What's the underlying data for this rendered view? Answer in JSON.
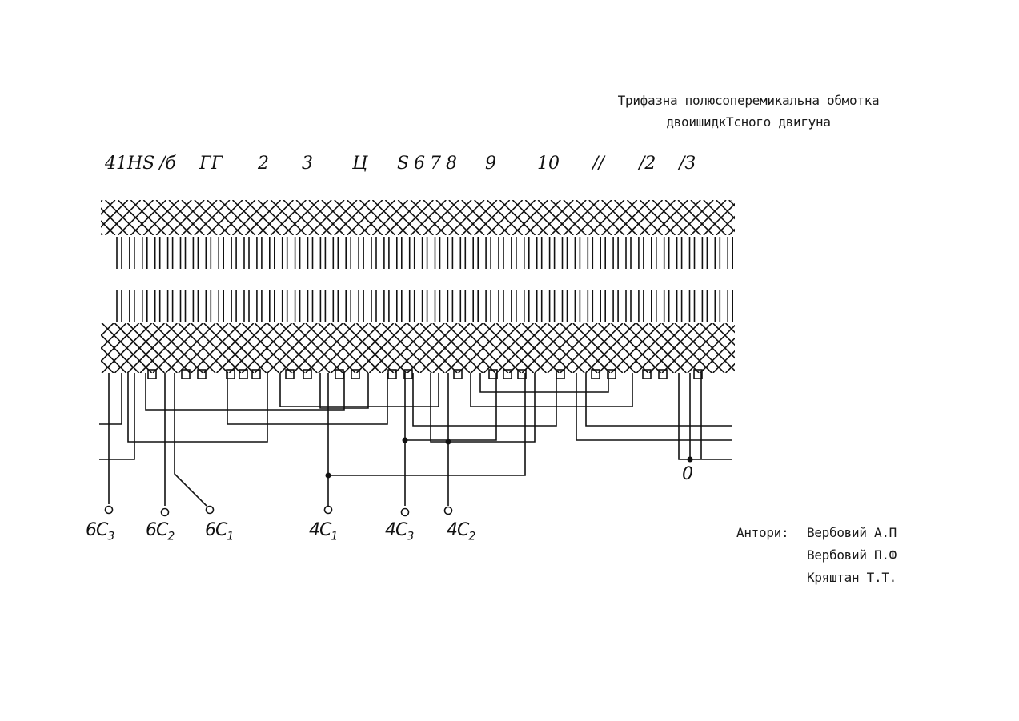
{
  "title": {
    "line1": "Трифазна полюсоперемикальна обмотка",
    "line2": "двоишидкТсного двигуна"
  },
  "slot_numbers": [
    "41HS",
    "/б",
    "ГГ",
    "2",
    "3",
    "Ц",
    "S",
    "6",
    "7",
    "8",
    "9",
    "10",
    "//",
    "/2",
    "/З"
  ],
  "terminals": [
    {
      "main": "6C",
      "sub": "3"
    },
    {
      "main": "6C",
      "sub": "2"
    },
    {
      "main": "6C",
      "sub": "1"
    },
    {
      "main": "4C",
      "sub": "1"
    },
    {
      "main": "4C",
      "sub": "3"
    },
    {
      "main": "4C",
      "sub": "2"
    }
  ],
  "neutral_label": "0",
  "authors": {
    "label": "Антори:",
    "names": [
      "Вербовий  А.П",
      "Вербовий  П.Ф",
      "Кряштан Т.Т."
    ]
  },
  "colors": {
    "ink": "#111111",
    "paper": "#ffffff"
  }
}
